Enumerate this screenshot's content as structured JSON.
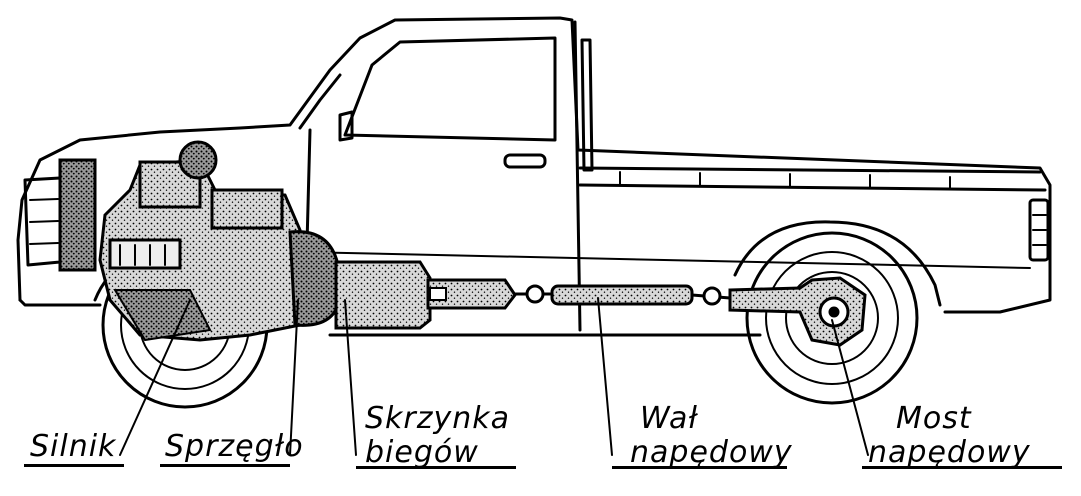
{
  "diagram": {
    "labels": {
      "engine": "Silnik",
      "clutch": "Sprzęgło",
      "gearbox_line1": "Skrzynka",
      "gearbox_line2": "biegów",
      "driveshaft_line1": "Wał",
      "driveshaft_line2": "napędowy",
      "axle_line1": "Most",
      "axle_line2": "napędowy"
    }
  }
}
